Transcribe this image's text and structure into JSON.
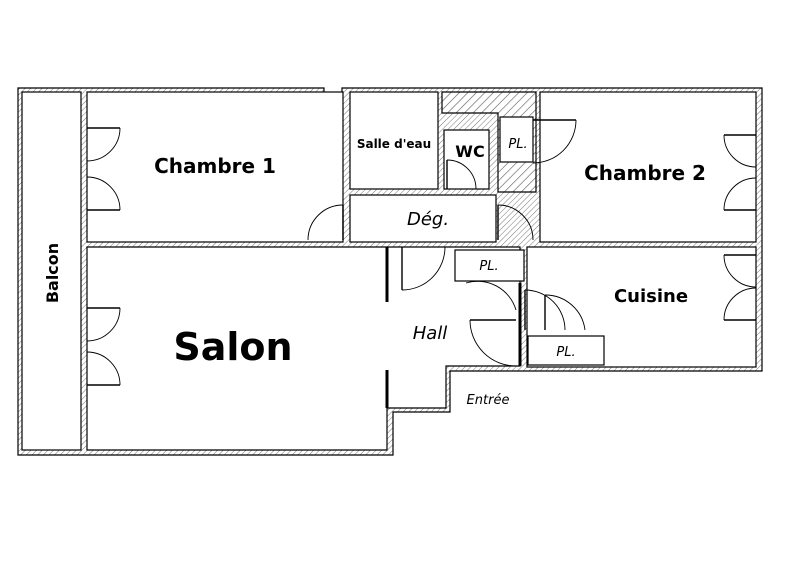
{
  "rooms": {
    "balcon": "Balcon",
    "chambre1": "Chambre 1",
    "salle_deau": "Salle d'eau",
    "wc": "WC",
    "pl_wc": "PL.",
    "chambre2": "Chambre 2",
    "deg": "Dég.",
    "pl_hall": "PL.",
    "salon": "Salon",
    "hall": "Hall",
    "cuisine": "Cuisine",
    "pl_cuisine": "PL.",
    "entree": "Entrée"
  }
}
